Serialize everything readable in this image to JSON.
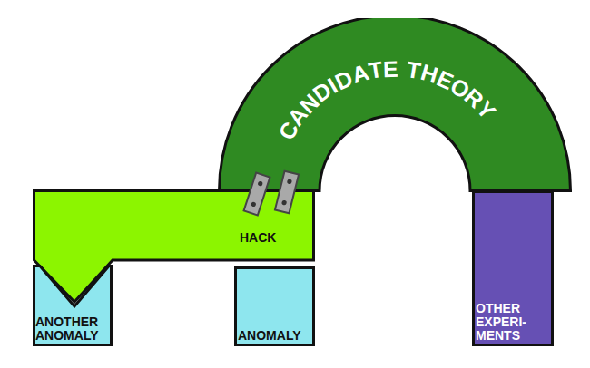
{
  "diagram": {
    "nodes": [
      {
        "text": [
          "CANDIDATE THEORY"
        ]
      },
      {
        "text": [
          "HACK"
        ]
      },
      {
        "text": [
          "ANOTHER ANOMALY"
        ]
      },
      {
        "text": [
          "ANOMALY"
        ]
      },
      {
        "text": [
          "OTHER EXPERI- MENTS"
        ]
      }
    ]
  }
}
